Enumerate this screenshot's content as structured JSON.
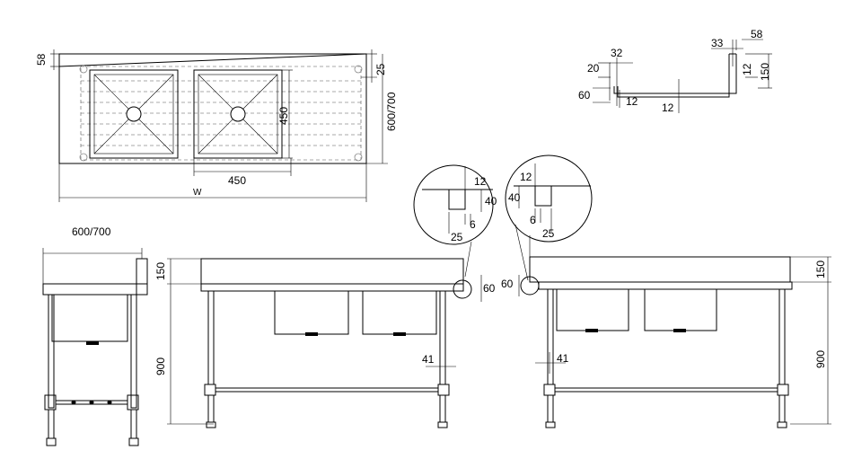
{
  "top_view": {
    "dim_58": "58",
    "dim_25": "25",
    "dim_depth": "600/700",
    "dim_bowl_depth": "450",
    "dim_bowl_width": "450",
    "dim_total_width": "W"
  },
  "profile_detail": {
    "dim_32": "32",
    "dim_20": "20",
    "dim_60": "60",
    "dim_12_a": "12",
    "dim_12_b": "12",
    "dim_33": "33",
    "dim_58": "58",
    "dim_12_c": "12",
    "dim_150": "150"
  },
  "detail_left": {
    "dim_12": "12",
    "dim_40": "40",
    "dim_6": "6",
    "dim_25": "25"
  },
  "detail_right": {
    "dim_12": "12",
    "dim_40": "40",
    "dim_6": "6",
    "dim_25": "25"
  },
  "side_view": {
    "dim_depth": "600/700"
  },
  "front_view_splash": {
    "dim_150": "150",
    "dim_900": "900",
    "dim_60": "60",
    "dim_41": "41"
  },
  "front_view_flat": {
    "dim_60": "60",
    "dim_41": "41",
    "dim_150": "150",
    "dim_900": "900"
  }
}
